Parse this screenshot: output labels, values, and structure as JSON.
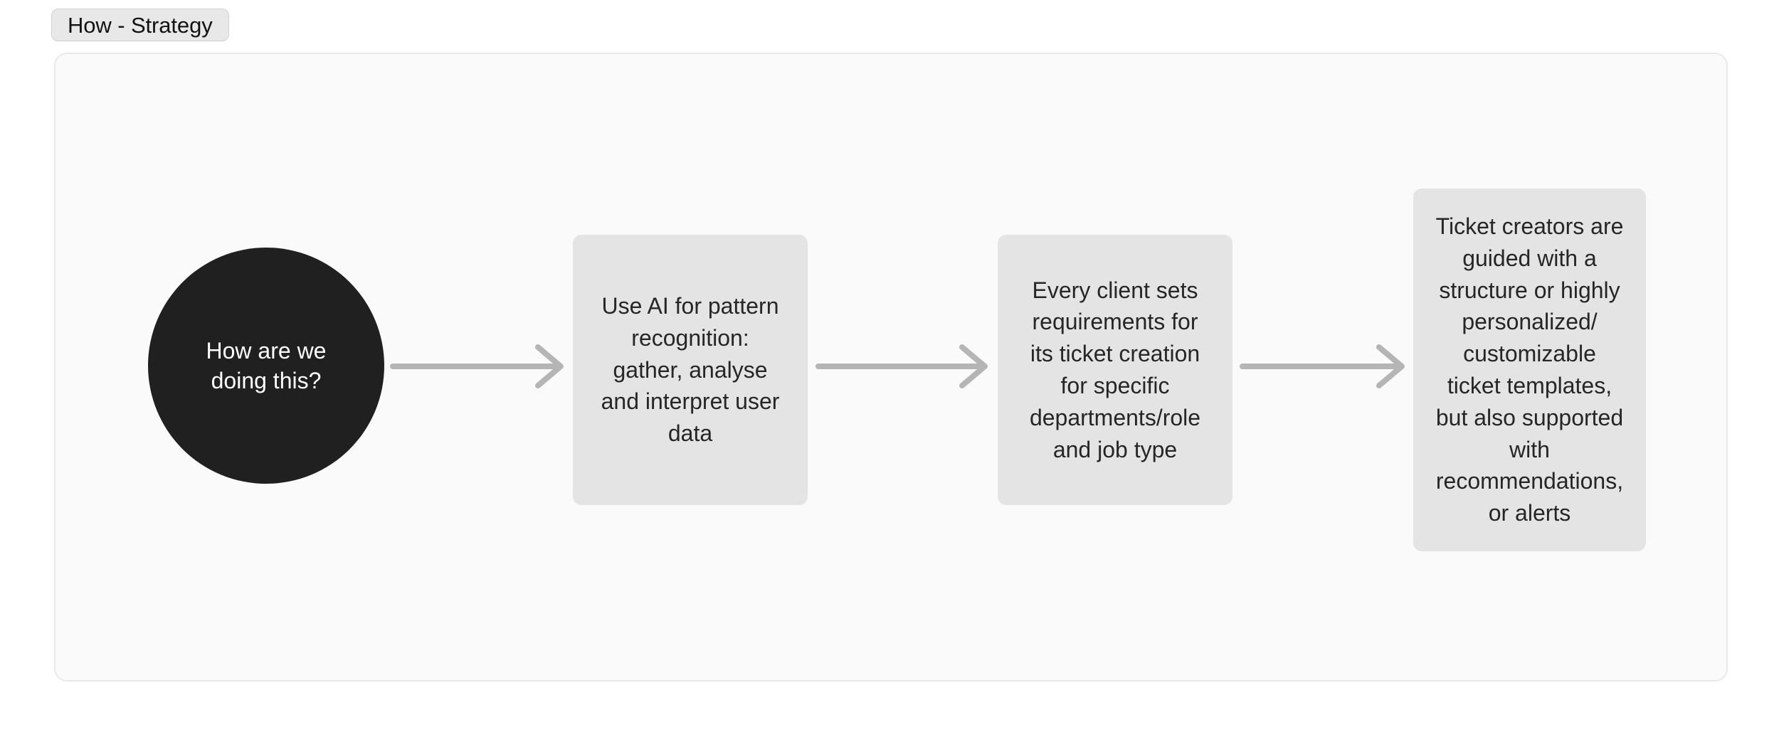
{
  "tab": {
    "label": "How - Strategy",
    "background": "#e8e8e8",
    "border": "#d2d2d2",
    "text_color": "#121212"
  },
  "canvas": {
    "background": "#fafafa",
    "border": "#e9e9e9"
  },
  "diagram": {
    "type": "flow",
    "orientation": "left-to-right",
    "start_node": {
      "shape": "circle",
      "label": "How are we doing this?",
      "background": "#202020",
      "text_color": "#ffffff"
    },
    "steps": [
      {
        "shape": "rounded-rect",
        "label": "Use AI for pattern recognition: gather, analyse and interpret user data",
        "wrapped_label": "Use AI for pattern\nrecognition:\ngather, analyse\nand interpret user\ndata",
        "background": "#e4e4e4",
        "text_color": "#262626"
      },
      {
        "shape": "rounded-rect",
        "label": "Every client sets requirements for its ticket creation for specific departments/role and job type",
        "wrapped_label": "Every client sets\nrequirements for\nits ticket creation\nfor specific\ndepartments/role\nand job type",
        "background": "#e4e4e4",
        "text_color": "#262626"
      },
      {
        "shape": "rounded-rect",
        "label": "Ticket creators are guided with a structure or highly personalized/ customizable ticket templates, but also supported with recommendations, or alerts",
        "wrapped_label": "Ticket creators are\nguided with a\nstructure or highly\npersonalized/\ncustomizable\nticket templates,\nbut also supported\nwith\nrecommendations,\nor alerts",
        "background": "#e4e4e4",
        "text_color": "#262626"
      }
    ],
    "connectors": [
      {
        "from": "start_node",
        "to": "step_1",
        "style": "arrow-right",
        "color": "#b5b5b5"
      },
      {
        "from": "step_1",
        "to": "step_2",
        "style": "arrow-right",
        "color": "#b5b5b5"
      },
      {
        "from": "step_2",
        "to": "step_3",
        "style": "arrow-right",
        "color": "#b5b5b5"
      }
    ]
  }
}
